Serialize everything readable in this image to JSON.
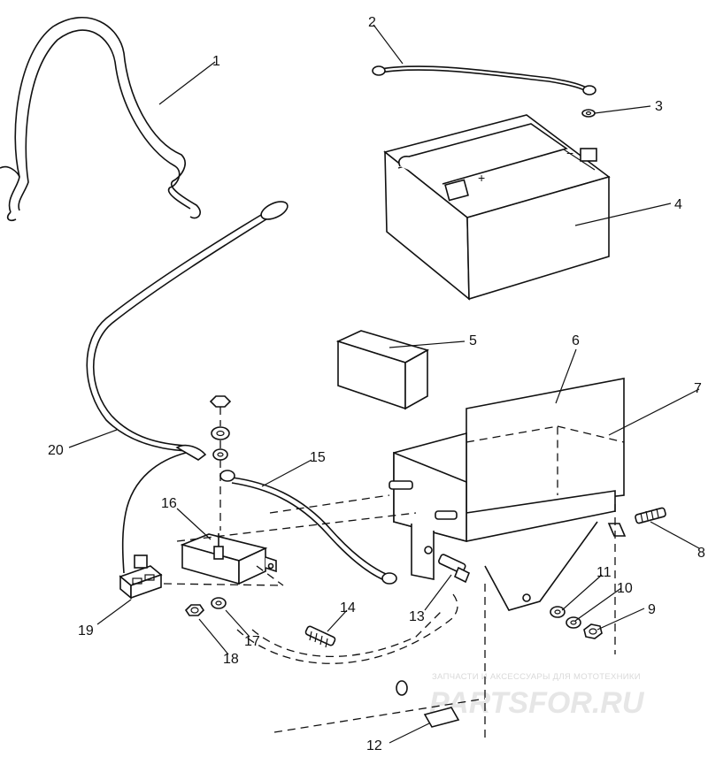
{
  "callouts": [
    {
      "id": "1",
      "text": "1"
    },
    {
      "id": "2",
      "text": "2"
    },
    {
      "id": "3",
      "text": "3"
    },
    {
      "id": "4",
      "text": "4"
    },
    {
      "id": "5",
      "text": "5"
    },
    {
      "id": "6",
      "text": "6"
    },
    {
      "id": "7",
      "text": "7"
    },
    {
      "id": "8",
      "text": "8"
    },
    {
      "id": "9",
      "text": "9"
    },
    {
      "id": "10",
      "text": "10"
    },
    {
      "id": "11",
      "text": "11"
    },
    {
      "id": "12",
      "text": "12"
    },
    {
      "id": "13",
      "text": "13"
    },
    {
      "id": "14",
      "text": "14"
    },
    {
      "id": "15",
      "text": "15"
    },
    {
      "id": "16",
      "text": "16"
    },
    {
      "id": "17",
      "text": "17"
    },
    {
      "id": "18",
      "text": "18"
    },
    {
      "id": "19",
      "text": "19"
    },
    {
      "id": "20",
      "text": "20"
    }
  ],
  "battery": {
    "plus_sign": "+",
    "minus_sign": "−"
  },
  "watermark": {
    "top_line": "ЗАПЧАСТИ И АКСЕССУАРЫ ДЛЯ МОТОТЕХНИКИ",
    "brand": "PARTSFOR.RU",
    "color": "#e6e6e6"
  },
  "colors": {
    "line": "#111111",
    "background": "#ffffff"
  }
}
